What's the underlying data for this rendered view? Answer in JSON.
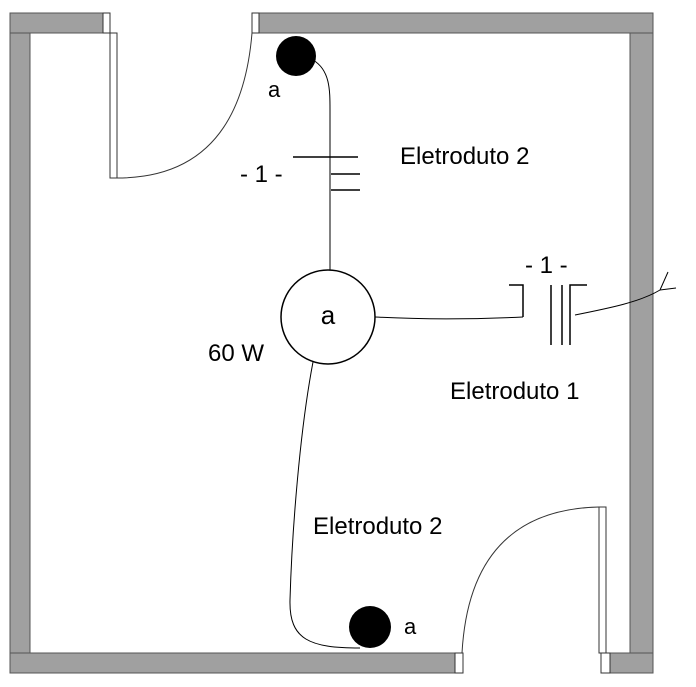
{
  "labels": {
    "switch_top": "a",
    "switch_bottom": "a",
    "lamp": "a",
    "lamp_power": "60 W",
    "conduit_top": "Eletroduto 2",
    "conduit_right": "Eletroduto 1",
    "conduit_bottom": "Eletroduto 2",
    "count_top": "- 1 -",
    "count_right": "- 1 -"
  },
  "colors": {
    "wall": "#a0a0a0",
    "line": "#000000",
    "floor": "#ffffff"
  }
}
